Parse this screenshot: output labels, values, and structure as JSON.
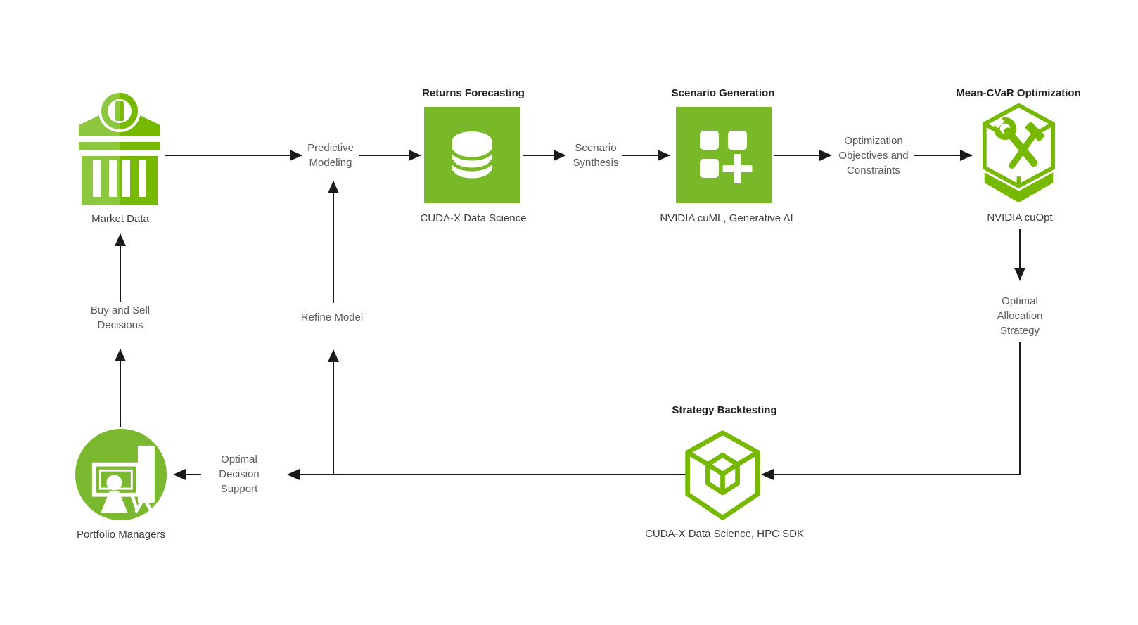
{
  "colors": {
    "nvidia_green": "#76b900",
    "light_green": "#8dc63f",
    "box_green": "#79b829",
    "circle_green": "#7ab82f",
    "arrow": "#1a1a1a",
    "title_text": "#222222",
    "label_text": "#3d3d3d",
    "flow_text": "#5a5a5a"
  },
  "nodes": {
    "market_data": {
      "label": "Market Data",
      "icon": "bank-icon"
    },
    "returns_forecasting": {
      "title": "Returns Forecasting",
      "label": "CUDA-X Data Science",
      "icon": "database-icon"
    },
    "scenario_generation": {
      "title": "Scenario Generation",
      "label": "NVIDIA cuML, Generative AI",
      "icon": "grid-plus-icon"
    },
    "mean_cvar_optimization": {
      "title": "Mean-CVaR Optimization",
      "label": "NVIDIA cuOpt",
      "icon": "hexagon-tools-icon"
    },
    "strategy_backtesting": {
      "title": "Strategy Backtesting",
      "label": "CUDA-X Data Science, HPC SDK",
      "icon": "cube-icon"
    },
    "portfolio_managers": {
      "label": "Portfolio Managers",
      "icon": "presenter-icon"
    }
  },
  "flow_labels": {
    "predictive_modeling": [
      "Predictive",
      "Modeling"
    ],
    "scenario_synthesis": [
      "Scenario",
      "Synthesis"
    ],
    "optimization_objectives": [
      "Optimization",
      "Objectives and",
      "Constraints"
    ],
    "optimal_allocation": [
      "Optimal",
      "Allocation",
      "Strategy"
    ],
    "buy_and_sell": [
      "Buy and Sell",
      "Decisions"
    ],
    "refine_model": [
      "Refine Model"
    ],
    "optimal_decision": [
      "Optimal",
      "Decision",
      "Support"
    ]
  }
}
